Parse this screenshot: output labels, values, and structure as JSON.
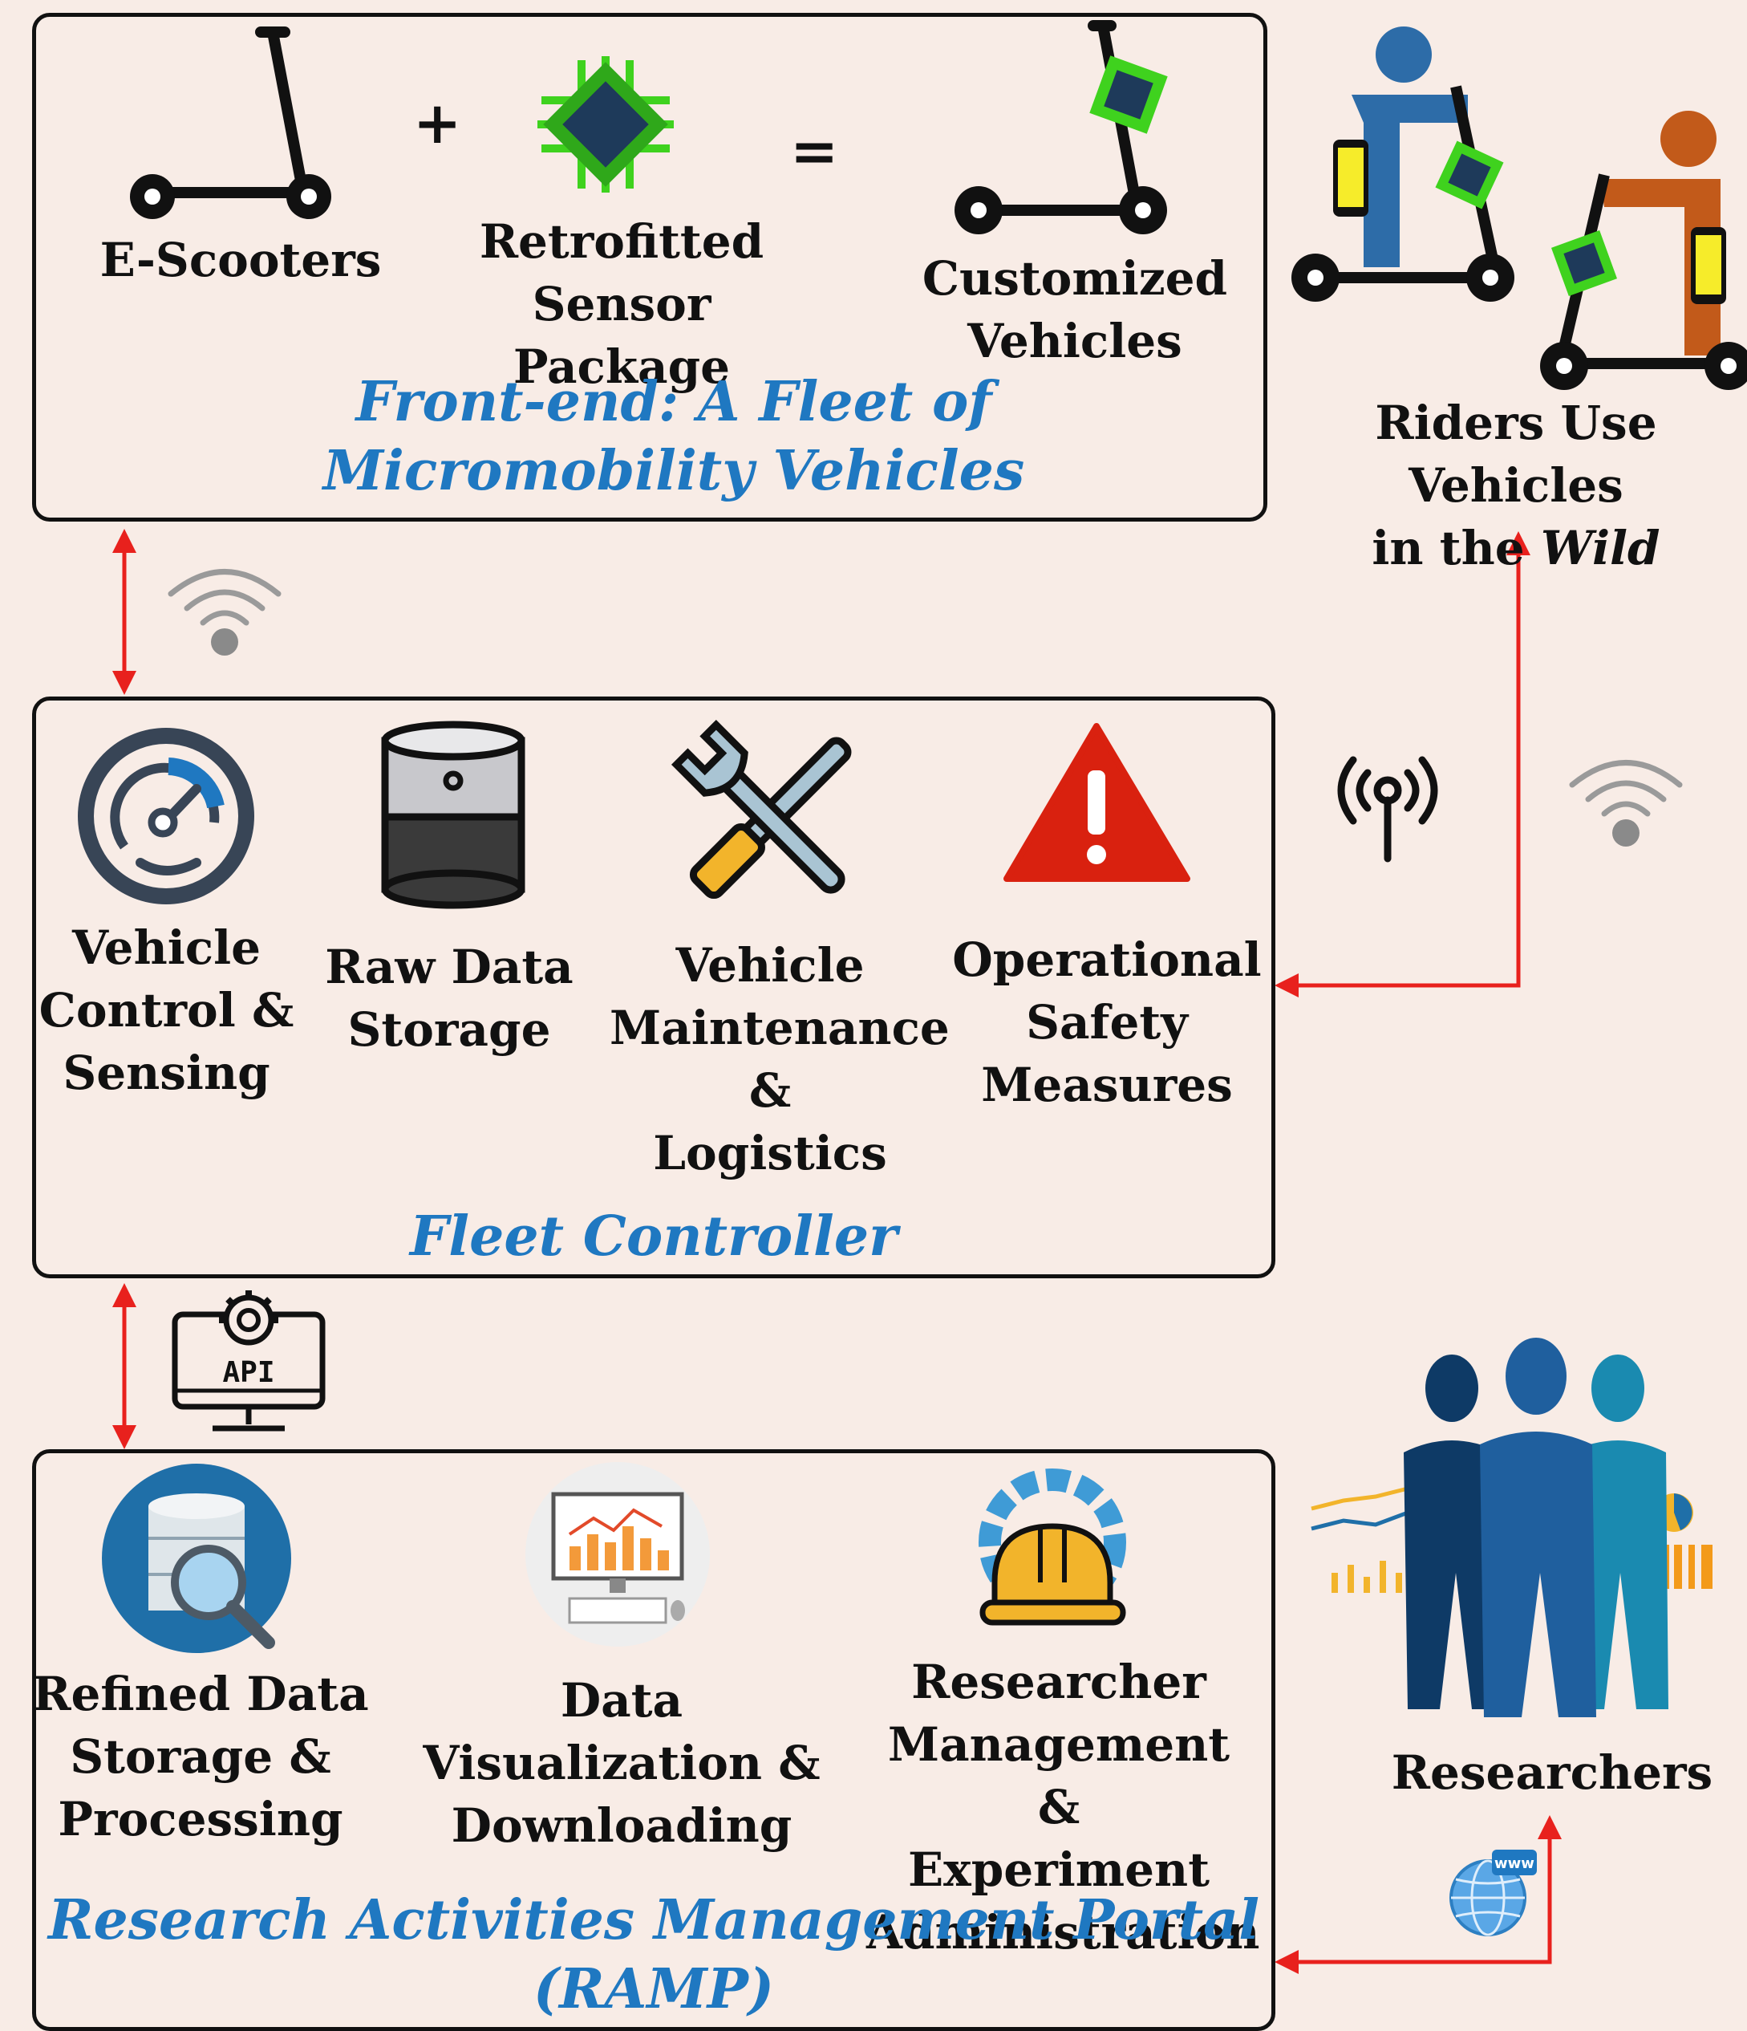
{
  "frontend": {
    "title": "Front-end: A Fleet of\nMicromobility Vehicles",
    "escooters": "E-Scooters",
    "plus": "+",
    "sensor_package": "Retrofitted\nSensor Package",
    "equals": "=",
    "customized": "Customized\nVehicles"
  },
  "riders": {
    "line1": "Riders Use Vehicles",
    "line2_prefix": "in the ",
    "line2_italic": "Wild"
  },
  "fleet": {
    "title": "Fleet Controller",
    "items": [
      {
        "label": "Vehicle\nControl &\nSensing",
        "icon": "speedometer-icon"
      },
      {
        "label": "Raw Data\nStorage",
        "icon": "database-icon"
      },
      {
        "label": "Vehicle\nMaintenance\n&\nLogistics",
        "icon": "tools-icon"
      },
      {
        "label": "Operational\nSafety\nMeasures",
        "icon": "warning-icon"
      }
    ]
  },
  "api": {
    "label": "API"
  },
  "ramp": {
    "title": "Research Activities Management Portal\n(RAMP)",
    "items": [
      {
        "label": "Refined Data\nStorage &\nProcessing",
        "icon": "data-search-icon"
      },
      {
        "label": "Data\nVisualization  &\nDownloading",
        "icon": "computer-chart-icon"
      },
      {
        "label": "Researcher\nManagement &\nExperiment\nAdministration",
        "icon": "helmet-gear-icon"
      }
    ]
  },
  "researchers": {
    "label": "Researchers",
    "web_badge": "www"
  },
  "colors": {
    "accent_blue": "#1f78c1",
    "arrow_red": "#e8211d",
    "chip_green": "#3fd21e",
    "warning_red": "#d9210f"
  }
}
